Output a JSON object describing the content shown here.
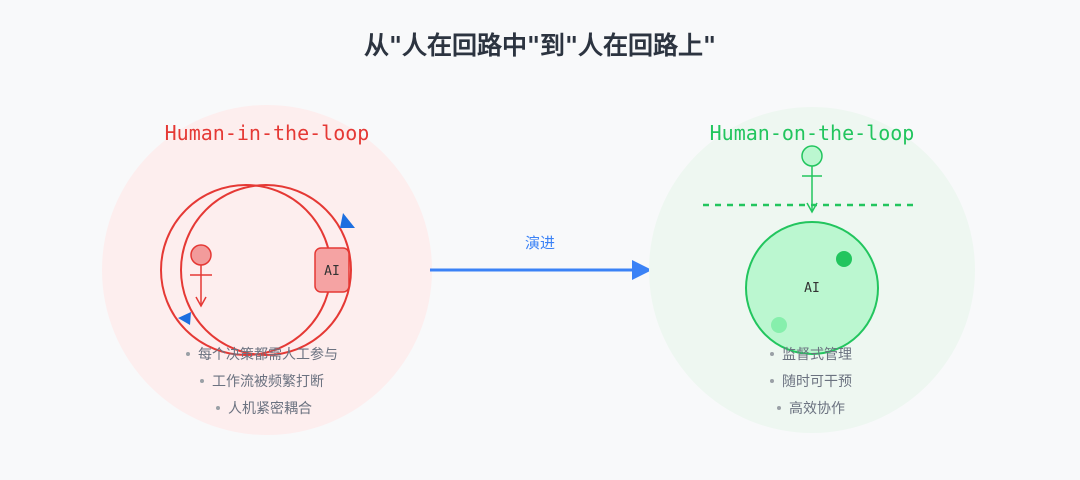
{
  "title": "从\"人在回路中\"到\"人在回路上\"",
  "colors": {
    "left_accent": "#e53935",
    "left_bg": "#fdeeee",
    "right_accent": "#22c55e",
    "right_bg": "#eef7f1",
    "arrow": "#3b82f6",
    "bullet_text": "#6b7280"
  },
  "left": {
    "heading": "Human-in-the-loop",
    "ai_label": "AI",
    "human_icon": "person-icon",
    "bullets": [
      "每个决策都需人工参与",
      "工作流被频繁打断",
      "人机紧密耦合"
    ]
  },
  "arrow": {
    "label": "演进"
  },
  "right": {
    "heading": "Human-on-the-loop",
    "ai_label": "AI",
    "human_icon": "person-icon",
    "bullets": [
      "监督式管理",
      "随时可干预",
      "高效协作"
    ]
  }
}
